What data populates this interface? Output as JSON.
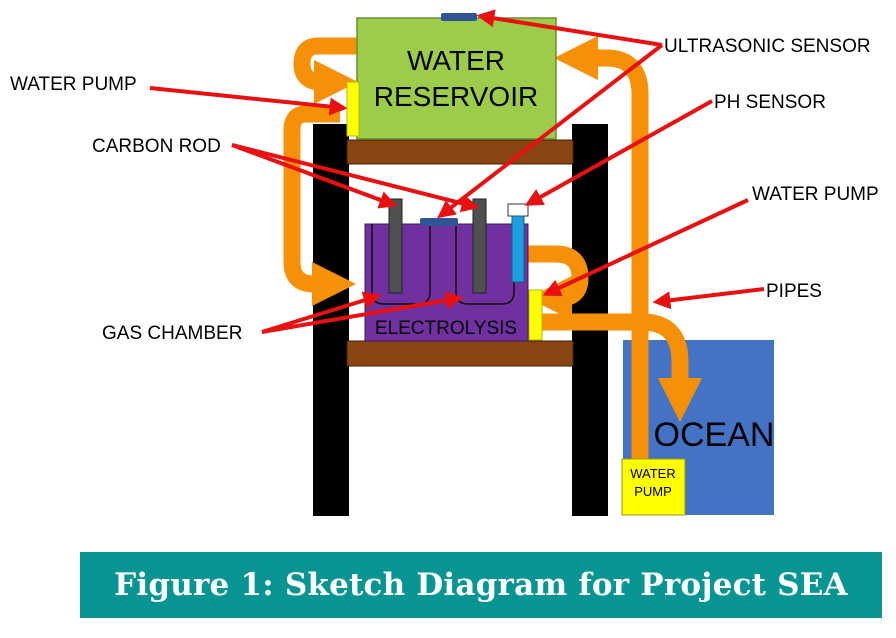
{
  "diagram": {
    "tank_label_line1": "WATER",
    "tank_label_line2": "RESERVOIR",
    "electrolysis_label": "ELECTROLYSIS",
    "ocean_label": "OCEAN",
    "bottom_pump_line1": "WATER",
    "bottom_pump_line2": "PUMP",
    "callouts": {
      "water_pump_left": "WATER PUMP",
      "carbon_rod": "CARBON ROD",
      "gas_chamber": "GAS CHAMBER",
      "ultrasonic_sensor": "ULTRASONIC SENSOR",
      "ph_sensor": "PH SENSOR",
      "water_pump_right": "WATER PUMP",
      "pipes": "PIPES"
    }
  },
  "caption": {
    "text": "Figure 1: Sketch Diagram for Project SEA"
  },
  "colors": {
    "reservoir": "#9ccc4a",
    "electrolysis": "#7030a0",
    "ocean": "#4472c4",
    "pipe": "#f79009",
    "pump": "#ffff00",
    "frame": "#000000",
    "shelf": "#8b4513",
    "arrow": "#e81010",
    "sensor": "#2f5597",
    "caption_bg": "#069593"
  }
}
